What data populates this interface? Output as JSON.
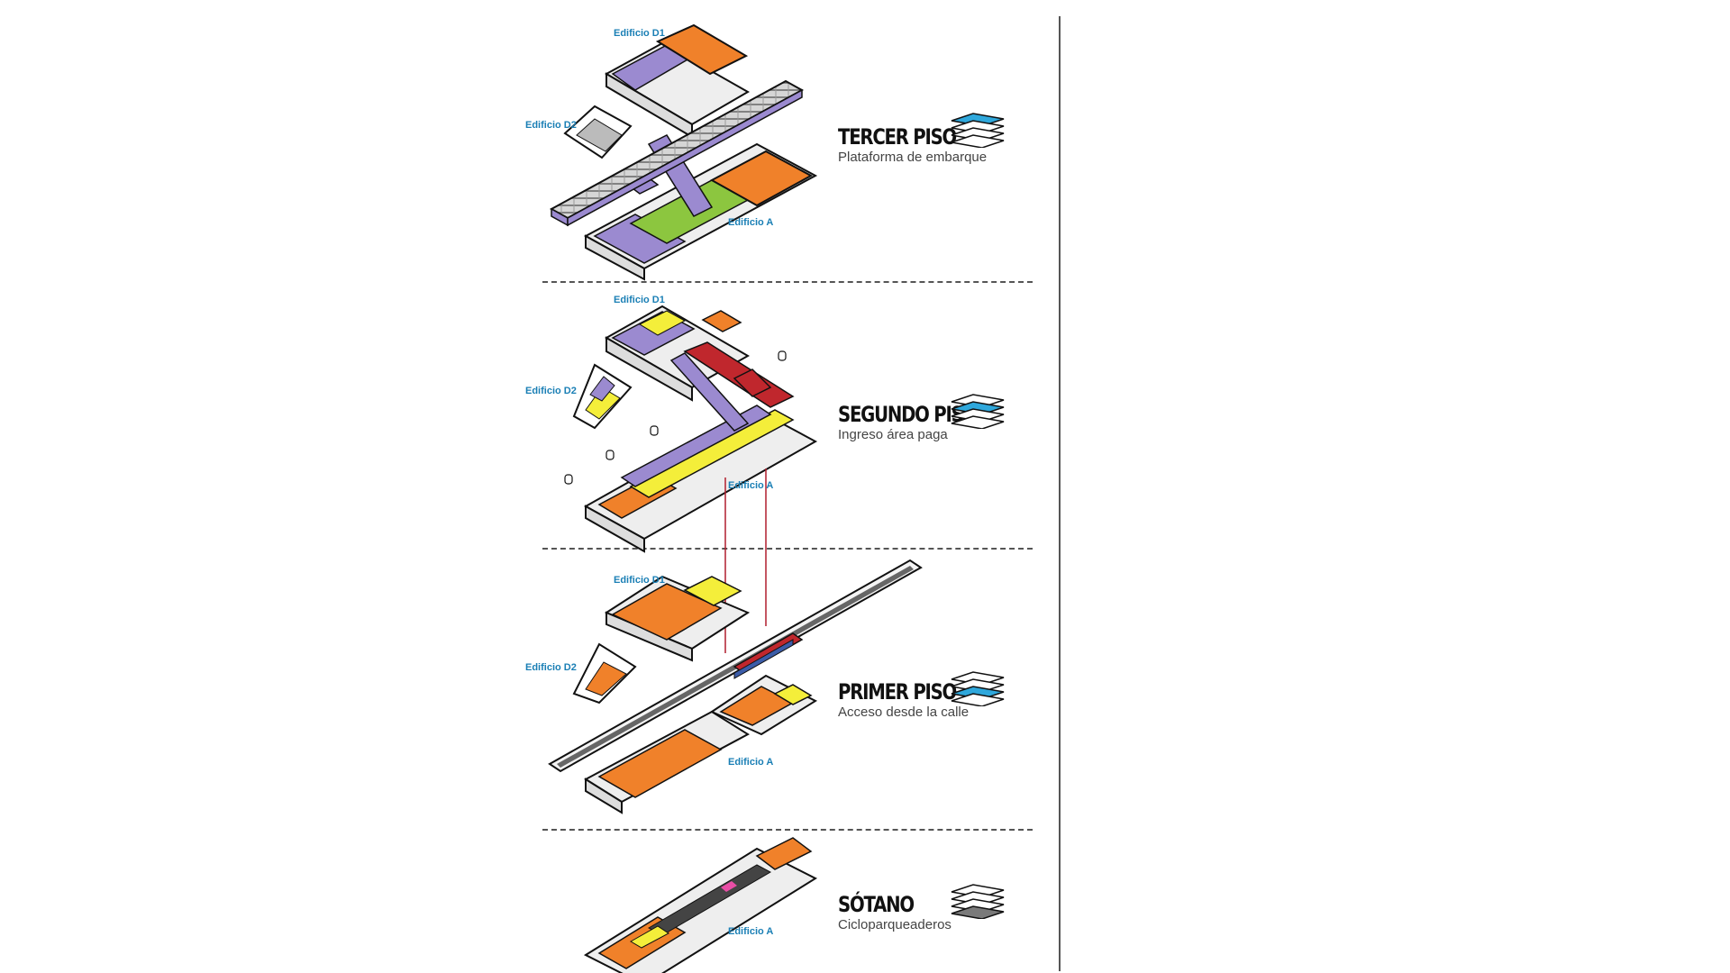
{
  "floors": [
    {
      "id": "tercer",
      "title": "TERCER PISO",
      "subtitle": "Plataforma de embarque",
      "active_layer": 1,
      "buildings": {
        "d1": "Edificio D1",
        "d2": "Edificio D2",
        "a": "Edificio A"
      }
    },
    {
      "id": "segundo",
      "title": "SEGUNDO PISO",
      "subtitle": "Ingreso área paga",
      "active_layer": 2,
      "buildings": {
        "d1": "Edificio D1",
        "d2": "Edificio D2",
        "a": "Edificio A"
      }
    },
    {
      "id": "primer",
      "title": "PRIMER PISO",
      "subtitle": "Acceso desde la calle",
      "active_layer": 3,
      "buildings": {
        "d1": "Edificio D1",
        "d2": "Edificio D2",
        "a": "Edificio A"
      }
    },
    {
      "id": "sotano",
      "title": "SÓTANO",
      "subtitle": "Cicloparqueaderos",
      "active_layer": 4,
      "buildings": {
        "a": "Edificio A"
      }
    }
  ],
  "colors": {
    "active_layer": "#2fa8dc",
    "inactive_layer": "#ffffff",
    "basement_layer": "#7a7a7a",
    "zone_purple": "#9b8ad0",
    "zone_orange": "#f0812a",
    "zone_green": "#8cc63f",
    "zone_yellow": "#f4ee3a",
    "zone_red": "#c0272d",
    "slab_top": "#eeeeee",
    "slab_side": "#dddddd",
    "outline": "#111111",
    "dashed_divider": "#555555",
    "vertical_connector": "#b01e2e"
  }
}
